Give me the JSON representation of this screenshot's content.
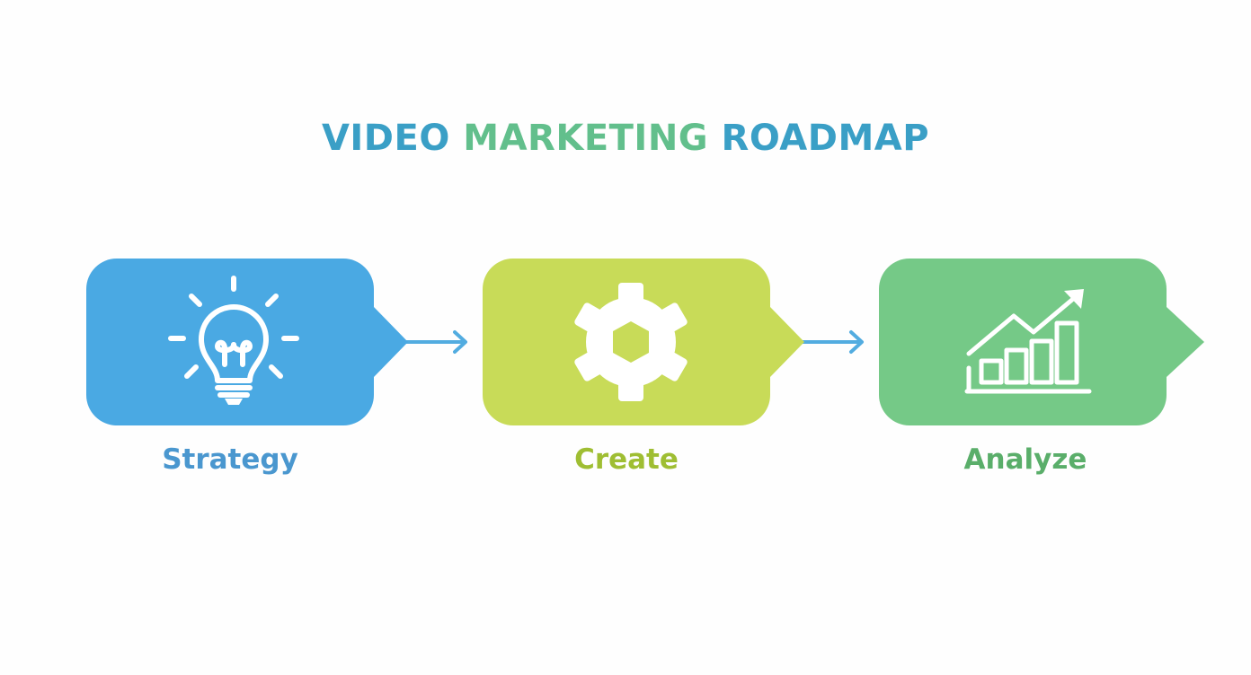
{
  "title": {
    "part1": "VIDEO ",
    "part2": "MARKETING",
    "part3": " ROADMAP"
  },
  "steps": [
    {
      "label": "Strategy",
      "icon": "lightbulb-icon",
      "color": "#4aa9e3",
      "label_color": "#4a97cf"
    },
    {
      "label": "Create",
      "icon": "gear-icon",
      "color": "#c8db58",
      "label_color": "#9fbe33"
    },
    {
      "label": "Analyze",
      "icon": "bar-chart-growth-icon",
      "color": "#75c987",
      "label_color": "#5aae6a"
    }
  ],
  "connector_color": "#52ace0"
}
